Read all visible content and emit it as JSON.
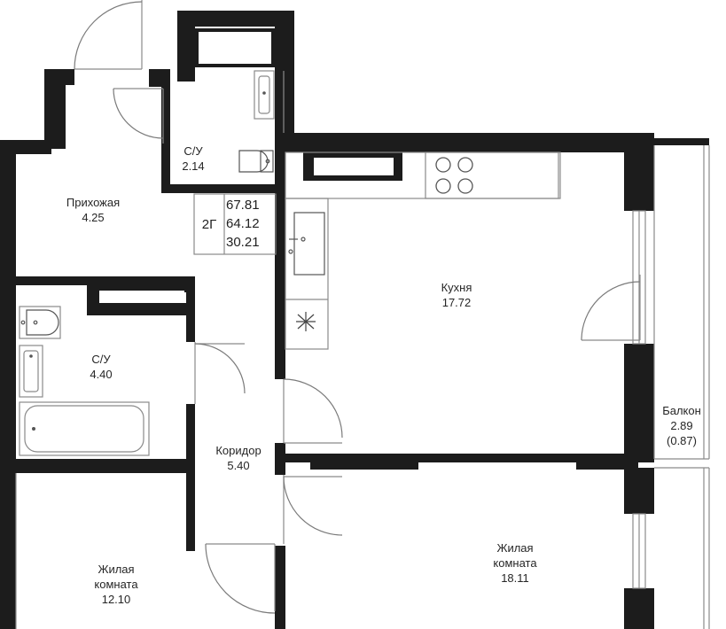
{
  "apartment": {
    "type_code": "2Г",
    "areas": [
      "67.81",
      "64.12",
      "30.21"
    ]
  },
  "rooms": [
    {
      "id": "bath-small",
      "name": "С/У",
      "area": "2.14"
    },
    {
      "id": "hallway",
      "name": "Прихожая",
      "area": "4.25"
    },
    {
      "id": "kitchen",
      "name": "Кухня",
      "area": "17.72"
    },
    {
      "id": "bath-large",
      "name": "С/У",
      "area": "4.40"
    },
    {
      "id": "corridor",
      "name": "Коридор",
      "area": "5.40"
    },
    {
      "id": "balcony",
      "name": "Балкон",
      "area": "2.89",
      "area_extra": "(0.87)"
    },
    {
      "id": "living-room-small",
      "name_line1": "Жилая",
      "name_line2": "комната",
      "area": "12.10"
    },
    {
      "id": "living-room-large",
      "name_line1": "Жилая",
      "name_line2": "комната",
      "area": "18.11"
    }
  ],
  "colors": {
    "wall": "#1c1c1c",
    "line": "#777777",
    "background": "#ffffff"
  },
  "icons": [
    "door-swing-icon",
    "cooktop-icon",
    "sink-icon",
    "toilet-icon",
    "bathtub-icon",
    "fan-icon"
  ]
}
